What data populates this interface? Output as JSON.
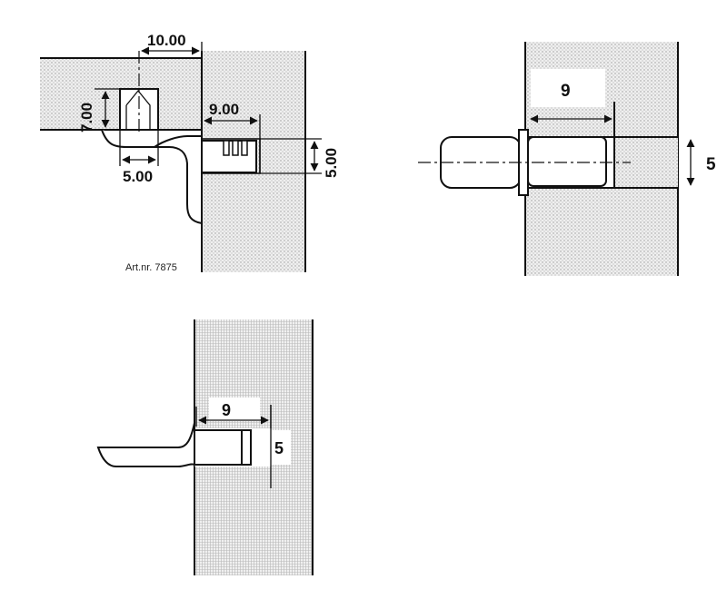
{
  "diagrams": [
    {
      "id": "shelf-support-7875",
      "dimensions": [
        "10.00",
        "7.00",
        "9.00",
        "5.00",
        "5.00"
      ],
      "caption": "Art.nr. 7875"
    },
    {
      "id": "shelf-pin",
      "dimensions": [
        "9",
        "5"
      ]
    },
    {
      "id": "shelf-support-blade",
      "dimensions": [
        "9",
        "5"
      ]
    }
  ],
  "colors": {
    "ink": "#111111",
    "wood": "#e6e6e6",
    "background": "#ffffff"
  }
}
